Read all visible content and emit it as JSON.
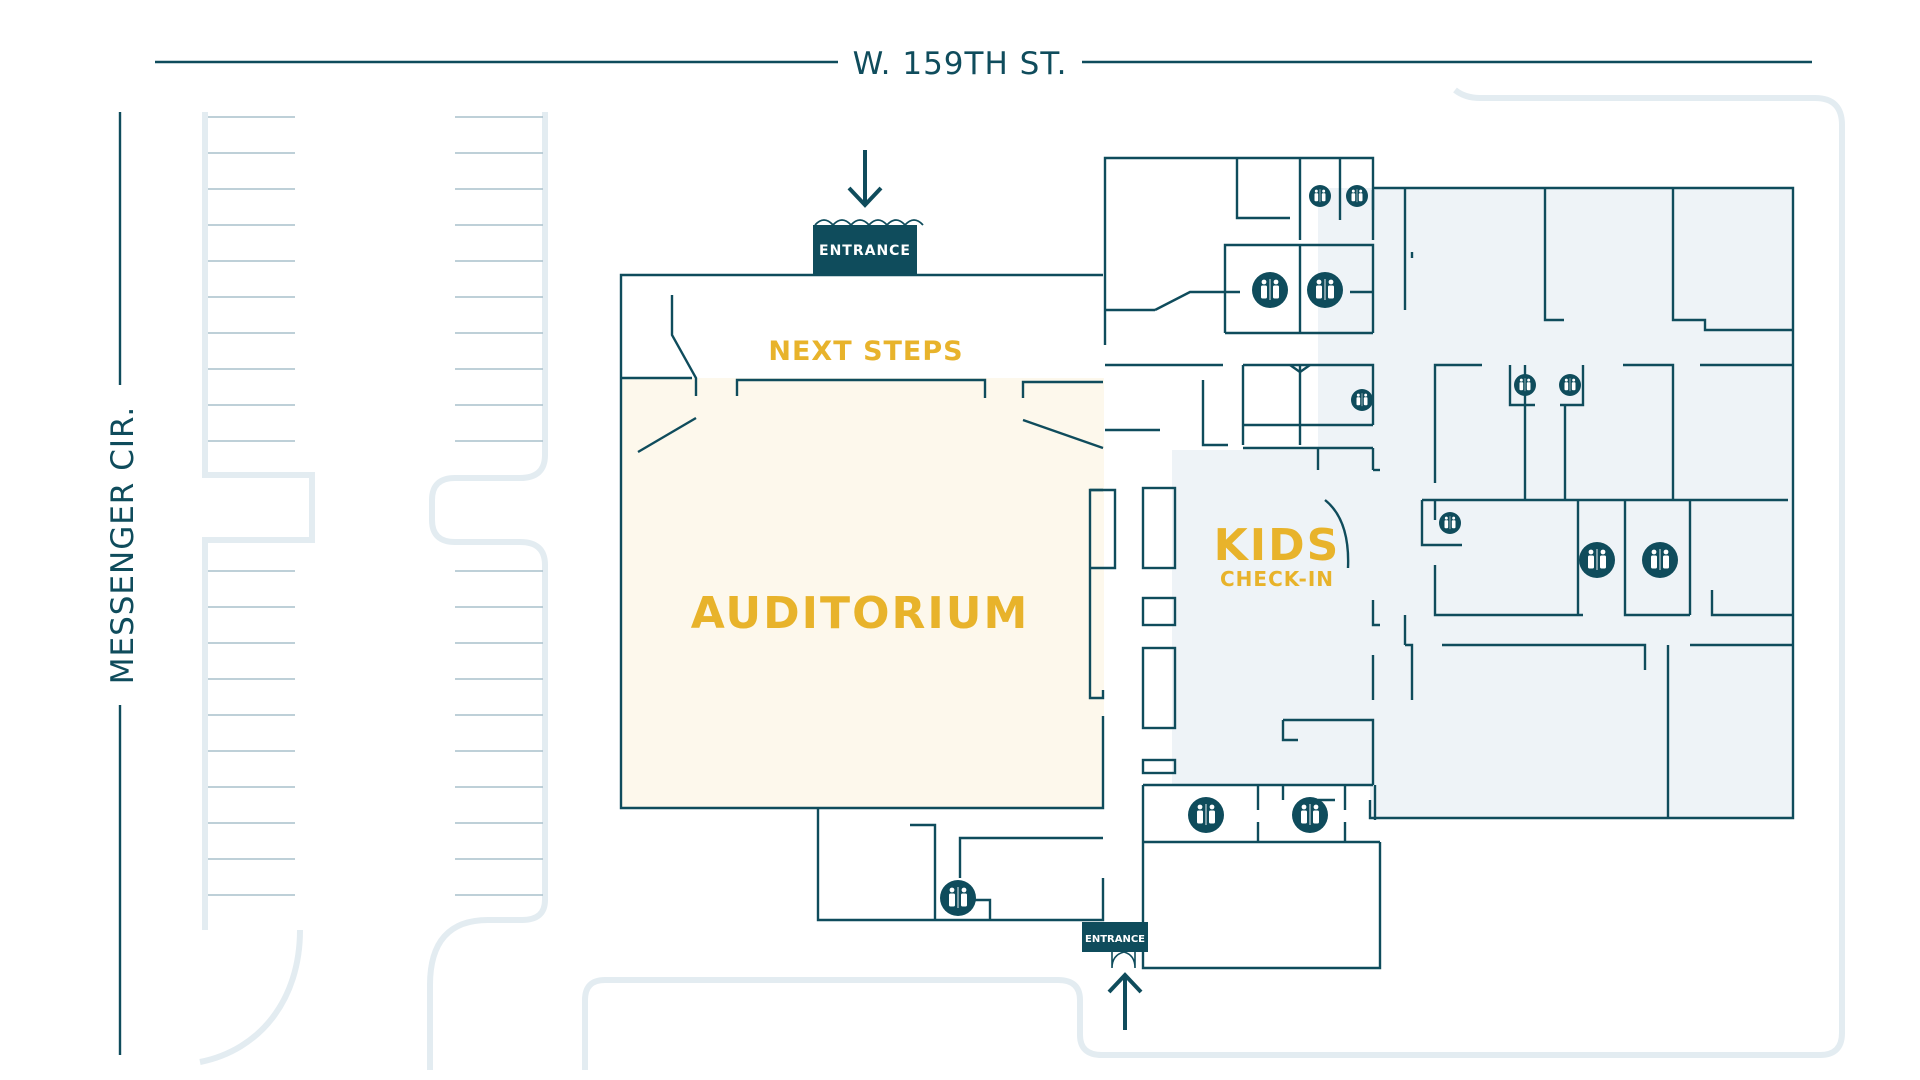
{
  "map": {
    "streets": {
      "north": "W. 159TH ST.",
      "west": "MESSENGER CIR."
    },
    "areas": {
      "auditorium": "AUDITORIUM",
      "next_steps": "NEXT STEPS",
      "kids_title": "KIDS",
      "kids_subtitle": "CHECK-IN"
    },
    "entrances": {
      "north": "ENTRANCE",
      "south": "ENTRANCE"
    },
    "icons": [
      "arrow-down-icon",
      "arrow-up-icon",
      "restroom-icon"
    ],
    "colors": {
      "walls": "#0f4c5c",
      "labels": "#e8b32b",
      "auditorium_fill": "#fdf8ec",
      "kids_fill": "#eef3f7",
      "parking": "#e3ecf1"
    }
  }
}
